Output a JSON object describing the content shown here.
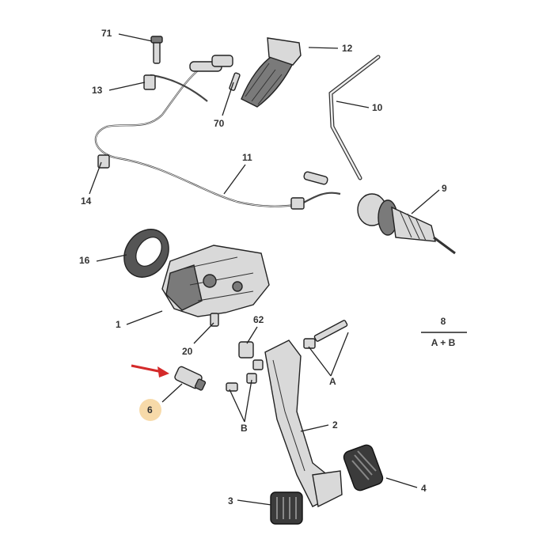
{
  "diagram": {
    "part_labels": {
      "p71": "71",
      "p12": "12",
      "p13": "13",
      "p70": "70",
      "p10": "10",
      "p11": "11",
      "p14": "14",
      "p9": "9",
      "p16": "16",
      "p1": "1",
      "p62": "62",
      "p20": "20",
      "p6": "6",
      "pA": "A",
      "pB": "B",
      "p2": "2",
      "p3": "3",
      "p4": "4"
    },
    "legend": {
      "top": "8",
      "bottom": "A + B"
    },
    "colors": {
      "arrow": "#d42a2a",
      "highlight": "#f6d49a"
    }
  }
}
